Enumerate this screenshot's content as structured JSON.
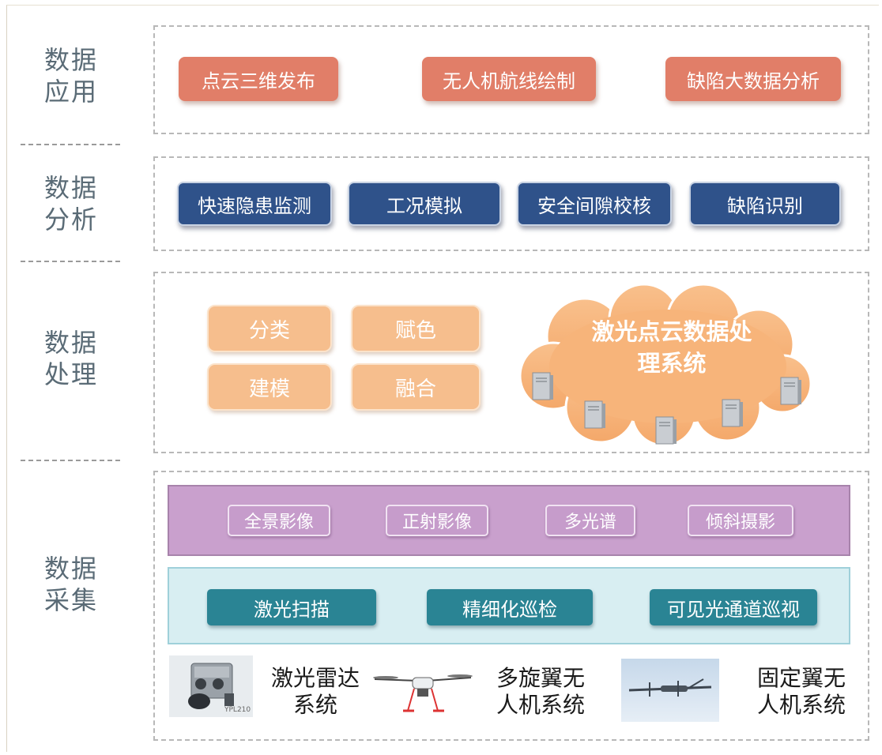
{
  "layers": [
    {
      "label_line1": "数据",
      "label_line2": "应用"
    },
    {
      "label_line1": "数据",
      "label_line2": "分析"
    },
    {
      "label_line1": "数据",
      "label_line2": "处理"
    },
    {
      "label_line1": "数据",
      "label_line2": "采集"
    }
  ],
  "application": {
    "items": [
      "点云三维发布",
      "无人机航线绘制",
      "缺陷大数据分析"
    ]
  },
  "analysis": {
    "items": [
      "快速隐患监测",
      "工况模拟",
      "安全间隙校核",
      "缺陷识别"
    ]
  },
  "processing": {
    "items": [
      "分类",
      "赋色",
      "建模",
      "融合"
    ],
    "cloud_line1": "激光点云数据处",
    "cloud_line2": "理系统"
  },
  "collection": {
    "imaging": [
      "全景影像",
      "正射影像",
      "多光谱",
      "倾斜摄影"
    ],
    "methods": [
      "激光扫描",
      "精细化巡检",
      "可见光通道巡视"
    ],
    "equipment": [
      {
        "line1": "激光雷达",
        "line2": "系统",
        "photo_text": "YPL210"
      },
      {
        "line1": "多旋翼无",
        "line2": "人机系统"
      },
      {
        "line1": "固定翼无",
        "line2": "人机系统"
      }
    ]
  },
  "colors": {
    "application": "#e17e68",
    "analysis": "#2f528a",
    "processing": "#f6be8d",
    "imaging_band": "#c9a0cd",
    "method_band": "#d8eef2",
    "method_chip": "#2a8494"
  },
  "icons": [
    "lidar-device-photo",
    "multirotor-drone-icon",
    "fixed-wing-drone-icon",
    "server-icon"
  ]
}
